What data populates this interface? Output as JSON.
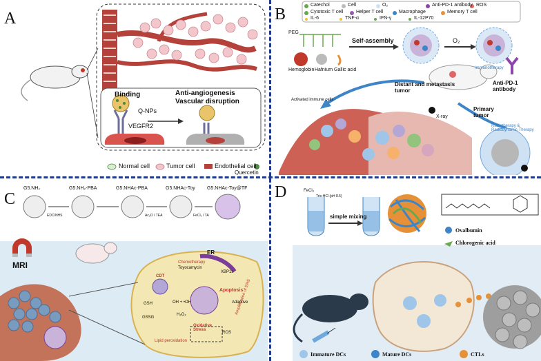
{
  "panels": {
    "A": {
      "letter": "A",
      "binding": "Binding",
      "anti_angiogenesis": "Anti-angiogenesis",
      "vascular_disruption": "Vascular disruption",
      "qnps": "Q-NPs",
      "vegfr2": "VEGFR2",
      "legend": [
        "Normal cell",
        "Tumor cell",
        "Endothelial cell",
        "Quercetin"
      ]
    },
    "B": {
      "letter": "B",
      "legend": [
        "Catechol",
        "Cell",
        "O₂",
        "Anti-PD-1 antibody",
        "ROS",
        "Cytotoxic T cell",
        "Helper T cell",
        "Macrophage",
        "Memory T cell",
        "IL-6",
        "TNF-α",
        "IFN-γ",
        "IL-12P70"
      ],
      "peg": "PEG",
      "hemoglobin": "Hemoglobin",
      "hafnium": "Hafnium",
      "gallic_acid": "Gallic acid",
      "self_assembly": "Self-assembly",
      "o2": "O₂",
      "distant_tumor": "Distant and metastasis tumor",
      "immunotherapy": "Immunotherapy",
      "anti_pd1": "Anti-PD-1 antibody",
      "activated_cells": "Activated immune cells",
      "xray": "X-ray",
      "primary_tumor": "Primary tumor",
      "radiotherapy": "Radiotherapy & Radiodynamic Therapy"
    },
    "C": {
      "letter": "C",
      "chem_labels": [
        "G5.NH₂",
        "G5.NH₂-PBA",
        "G5.NHAc-PBA",
        "G5.NHAc-Toy",
        "G5.NHAc-Toy@TF"
      ],
      "reagents": [
        "EDC/NHS",
        "Ac₂O / TEA",
        "FeCl₃ / TA"
      ],
      "mri": "MRI",
      "er": "ER",
      "chemotherapy": "Chemotherapy",
      "toyocamycin": "Toyocamycin",
      "cdt": "CDT",
      "xbp1s": "XBP1s",
      "apoptosis": "Apoptosis",
      "adaptive": "Adaptive",
      "oxidative_stress": "Oxidative Stress",
      "gsh": "GSH",
      "gssg": "GSSG",
      "ros": "ROS",
      "h2o2": "H₂O₂",
      "oh": "OH + •OH",
      "amplification": "Amplification of ERS",
      "lipid_peroxidation": "Lipid peroxidation"
    },
    "D": {
      "letter": "D",
      "fecl3": "FeCl₃",
      "tris": "Tris-HCl (pH 8.5)",
      "simple_mixing": "simple mixing",
      "ovalbumin": "Ovalbumin",
      "chlorogenic": "Chlorogenic acid",
      "legend": [
        "Immature DCs",
        "Mature DCs",
        "CTLs"
      ]
    }
  },
  "colors": {
    "divider": "#1f3a8a",
    "vessel": "#b5413b",
    "tumor_pink": "#f3c6cc",
    "purple_cell": "#7a3d9a",
    "bg_cell": "#f3e7b4"
  }
}
